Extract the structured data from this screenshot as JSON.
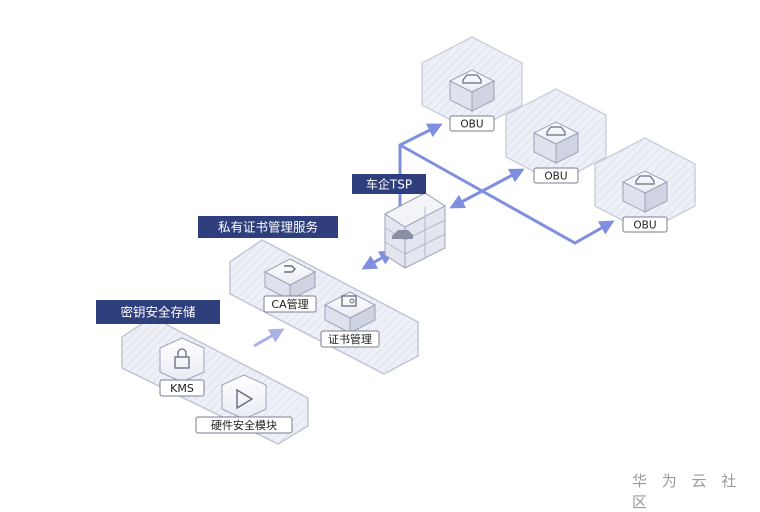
{
  "diagram": {
    "groups": {
      "secure_storage": {
        "title": "密钥安全存储",
        "kms_label": "KMS",
        "hsm_label": "硬件安全模块"
      },
      "private_ca": {
        "title": "私有证书管理服务",
        "ca_label": "CA管理",
        "cert_label": "证书管理"
      },
      "oem_tsp": {
        "title": "车企TSP"
      },
      "obu_nodes": [
        {
          "label": "OBU"
        },
        {
          "label": "OBU"
        },
        {
          "label": "OBU"
        }
      ]
    },
    "colors": {
      "title_tag": "#2f3f7d",
      "connector": "#7f8fe0",
      "platform_outline": "#bfc2d4",
      "platform_fill": "#eceef6"
    },
    "icons": [
      "lock-icon",
      "triangle-icon",
      "wrench-icon",
      "certificate-icon",
      "firewall-icon",
      "car-icon"
    ]
  },
  "watermark": {
    "text": "华 为 云 社 区"
  }
}
